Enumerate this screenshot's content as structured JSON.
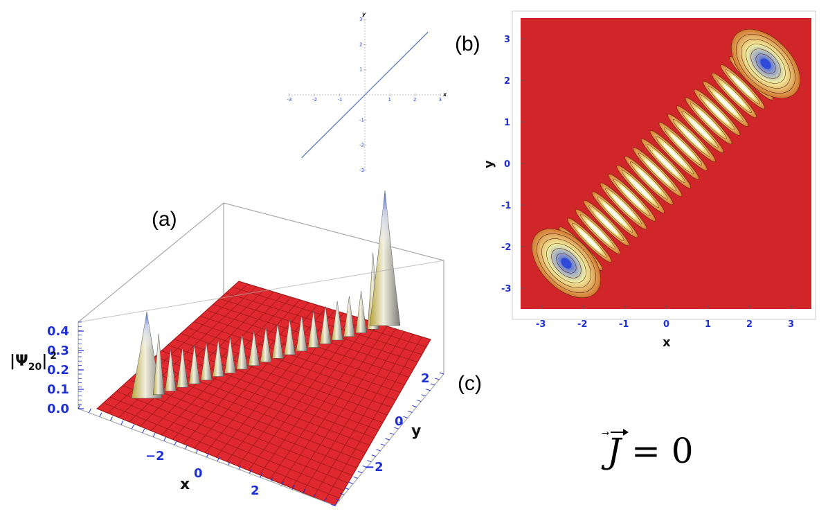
{
  "labels": {
    "a": "(a)",
    "b": "(b)",
    "c": "(c)"
  },
  "formula": {
    "lhs": "J",
    "rhs": "= 0"
  },
  "inset": {
    "xlabel": "x",
    "ylabel": "y",
    "ticks": [
      "-3",
      "-2",
      "-1",
      "1",
      "2",
      "3"
    ]
  },
  "contour": {
    "xlabel": "x",
    "ylabel": "y",
    "xticks": [
      "-3",
      "-2",
      "-1",
      "0",
      "1",
      "2",
      "3"
    ],
    "yticks": [
      "3",
      "2",
      "1",
      "0",
      "-1",
      "-2",
      "-3"
    ]
  },
  "surface": {
    "zlabel_main": "|Ψ",
    "zlabel_sub": "20",
    "zlabel_tail": "|",
    "zlabel_sup": "2",
    "xlabel": "x",
    "ylabel": "y",
    "zticks": [
      "0.4",
      "0.3",
      "0.2",
      "0.1",
      "0.0"
    ],
    "xticks": [
      "−2",
      "0",
      "2"
    ],
    "yticks": [
      "2",
      "0",
      "−2"
    ]
  },
  "colors": {
    "field": "#d0262a",
    "tick": "#1f2fd6",
    "inset_line": "#5b7fb3",
    "peak_blue": "#3d5fd0"
  },
  "chart_data": {
    "type": "line",
    "x": [
      -2.5,
      2.5
    ],
    "y": [
      -2.5,
      2.5
    ],
    "xlim": [
      -3,
      3
    ],
    "ylim": [
      -3,
      3
    ],
    "xlabel": "x",
    "ylabel": "y"
  }
}
